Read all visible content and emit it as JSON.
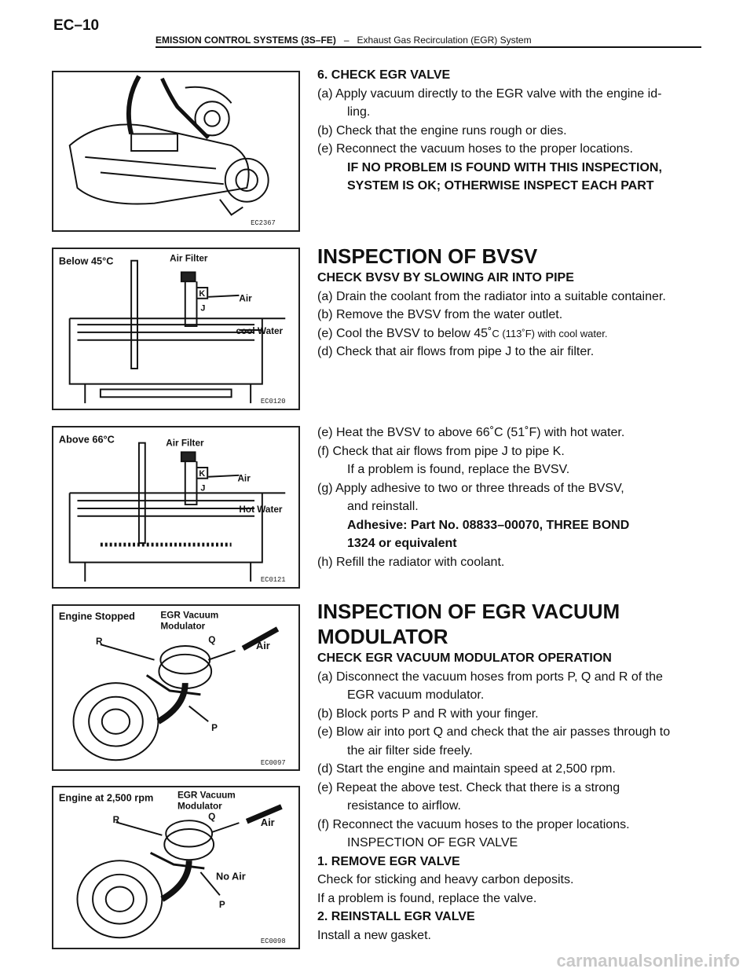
{
  "header": {
    "page_number": "EC–10",
    "section": "EMISSION CONTROL SYSTEMS (3S–FE)",
    "separator": "–",
    "subsection": "Exhaust Gas Recirculation (EGR) System"
  },
  "figures": {
    "fig1": {
      "code": "EC2367"
    },
    "fig2": {
      "title": "Below 45°C",
      "air_filter": "Air Filter",
      "k": "K",
      "j": "J",
      "air": "Air",
      "water": "cool Water",
      "code": "EC0120"
    },
    "fig3": {
      "title": "Above 66°C",
      "air_filter": "Air Filter",
      "k": "K",
      "j": "J",
      "air": "Air",
      "water": "Hot Water",
      "code": "EC0121"
    },
    "fig4": {
      "title": "Engine Stopped",
      "label1": "EGR Vacuum",
      "label2": "Modulator",
      "r": "R",
      "q": "Q",
      "p": "P",
      "air": "Air",
      "code": "EC0097"
    },
    "fig5": {
      "title": "Engine at 2,500 rpm",
      "label1": "EGR Vacuum",
      "label2": "Modulator",
      "r": "R",
      "q": "Q",
      "p": "P",
      "air": "Air",
      "no_air": "No Air",
      "code": "EC0098"
    }
  },
  "section1": {
    "heading": "6. CHECK EGR VALVE",
    "a1": "(a) Apply vacuum directly to the EGR valve with the engine id-",
    "a2": "ling.",
    "b": "(b) Check that the engine runs rough or dies.",
    "e": "(e) Reconnect the vacuum hoses to the proper locations.",
    "note1": "IF NO PROBLEM IS FOUND WITH THIS INSPECTION,",
    "note2": "SYSTEM IS OK; OTHERWISE INSPECT EACH PART"
  },
  "section2": {
    "title": "INSPECTION OF BVSV",
    "subtitle": "CHECK BVSV BY SLOWING AIR INTO PIPE",
    "a": "(a) Drain the coolant from the radiator into a suitable container.",
    "b": "(b) Remove the BVSV from the water outlet.",
    "e_main": "(e) Cool the BVSV to below 45˚",
    "e_small": "C (113˚F) with cool water.",
    "d": "(d) Check that air flows from pipe J to the air filter."
  },
  "section3": {
    "e": "(e) Heat the BVSV to above 66˚C  (51˚F) with hot water.",
    "f": "(f) Check that air flows from pipe J to pipe K.",
    "f_note": "If a problem is found, replace the BVSV.",
    "g1": "(g) Apply adhesive to two or three threads of the BVSV,",
    "g2": "and reinstall.",
    "adh1": "Adhesive: Part No. 08833–00070, THREE BOND",
    "adh2": "1324 or equivalent",
    "h": "(h) Refill the radiator with coolant."
  },
  "section4": {
    "title1": "INSPECTION OF EGR VACUUM",
    "title2": "MODULATOR",
    "subtitle": "CHECK EGR VACUUM MODULATOR OPERATION",
    "a1": "(a) Disconnect the vacuum hoses from ports P, Q and R of the",
    "a2": "EGR vacuum modulator.",
    "b": "(b) Block ports P and R with your finger.",
    "e1": "(e) Blow air into port Q and check that the air passes through to",
    "e2": "the air filter side freely.",
    "d": "(d) Start the engine and maintain speed at 2,500 rpm.",
    "e3": "(e) Repeat the above test. Check that there is a strong",
    "e4": "resistance to airflow.",
    "f": "(f) Reconnect the vacuum hoses to the proper locations.",
    "f_note": "INSPECTION OF EGR VALVE",
    "s1": "1. REMOVE EGR VALVE",
    "s1a": "Check for sticking and heavy carbon deposits.",
    "s1b": "If a problem is found, replace the valve.",
    "s2": "2. REINSTALL EGR VALVE",
    "s2a": "Install a new gasket."
  },
  "watermark": "carmanualsonline.info"
}
